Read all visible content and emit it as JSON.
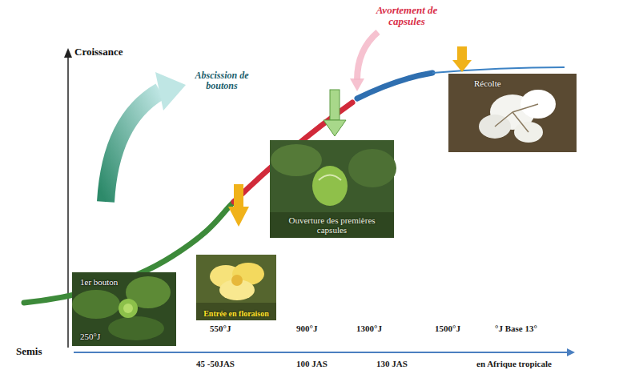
{
  "diagram": {
    "nodes": [
      {
        "text": [
          "1er bouton",
          "250°J"
        ]
      },
      {
        "text": [
          "Entrée en floraison"
        ]
      },
      {
        "text": [
          "Ouverture des premières capsules"
        ]
      },
      {
        "text": [
          "Récolte"
        ]
      }
    ],
    "labels": [
      "Avortement de capsules",
      "Croissance",
      "Abscission de boutons",
      "Semis",
      "550°J",
      "900°J",
      "1300°J",
      "1500°J",
      "°J Base 13°",
      "45 -50JAS",
      "100 JAS",
      "130 JAS",
      "en Afrique tropicale"
    ]
  }
}
